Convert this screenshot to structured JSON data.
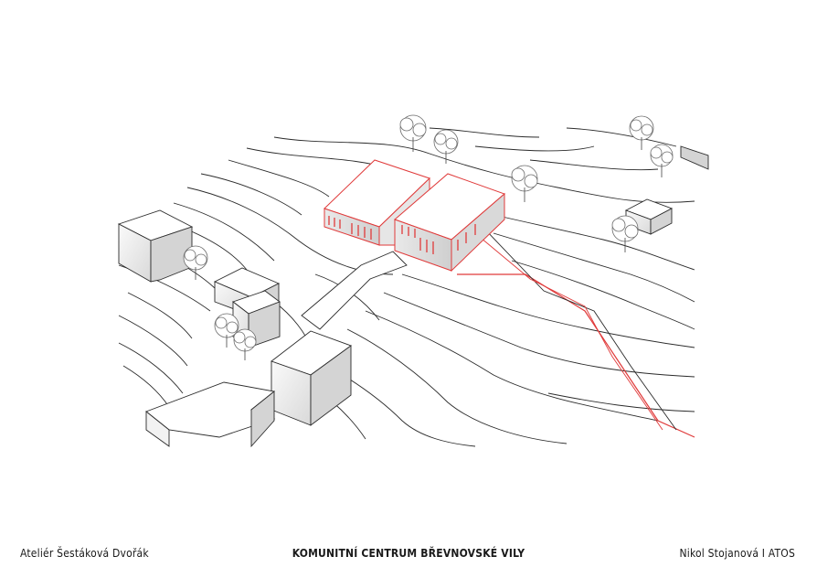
{
  "footer": {
    "left": "Ateliér Šestáková Dvořák",
    "center": "KOMUNITNÍ CENTRUM BŘEVNOVSKÉ VILY",
    "right": "Nikol Stojanová I ATOS"
  },
  "colors": {
    "contour": "#2b2b2b",
    "highlight": "#e03a3a",
    "building_face": "#f4f4f4",
    "building_side": "#dcdcdc"
  }
}
